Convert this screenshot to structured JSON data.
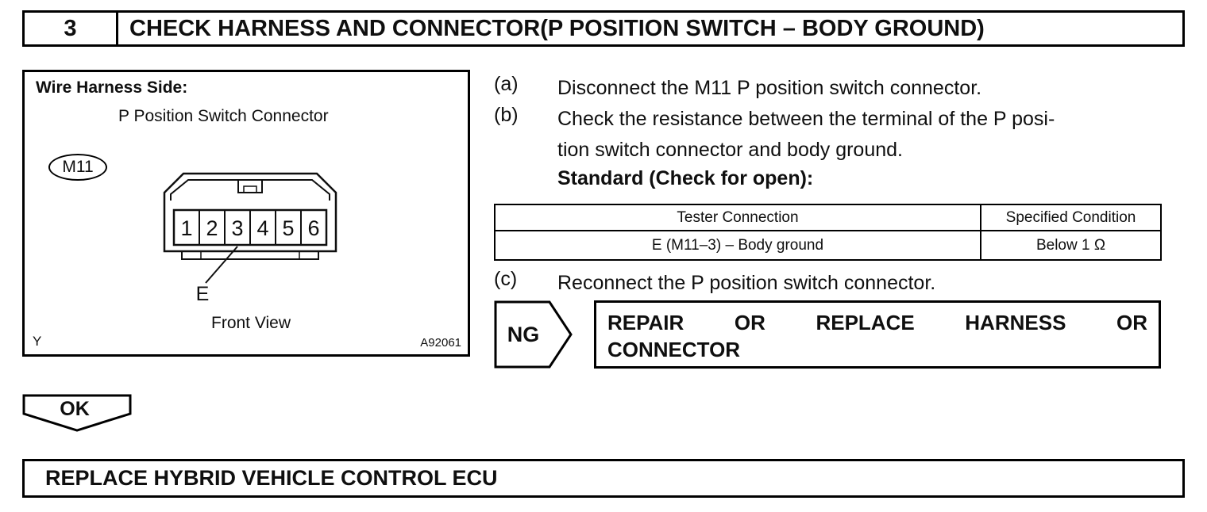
{
  "header": {
    "step_number": "3",
    "title": "CHECK HARNESS AND CONNECTOR(P POSITION SWITCH – BODY GROUND)"
  },
  "figure": {
    "label": "Wire Harness Side:",
    "caption": "P Position Switch Connector",
    "connector_id": "M11",
    "terminals": [
      "1",
      "2",
      "3",
      "4",
      "5",
      "6"
    ],
    "terminal_label": "E",
    "view_label": "Front View",
    "corner_label": "Y",
    "figure_number": "A92061"
  },
  "steps": [
    {
      "id": "(a)",
      "text": "Disconnect the M11 P position switch connector."
    },
    {
      "id": "(b)",
      "text": "Check the resistance between the terminal of the P posi-\ntion switch connector and body ground."
    },
    {
      "id": "(c)",
      "text": "Reconnect the P position switch connector."
    }
  ],
  "standard": {
    "label": "Standard (Check for open):"
  },
  "table": {
    "headers": [
      "Tester Connection",
      "Specified Condition"
    ],
    "rows": [
      [
        "E (M11–3) – Body ground",
        "Below 1 Ω"
      ]
    ]
  },
  "ng": {
    "label": "NG",
    "action_line1": "REPAIR OR REPLACE HARNESS OR",
    "action_line2": "CONNECTOR"
  },
  "ok": {
    "label": "OK"
  },
  "result": {
    "text": "REPLACE HYBRID VEHICLE CONTROL ECU"
  }
}
